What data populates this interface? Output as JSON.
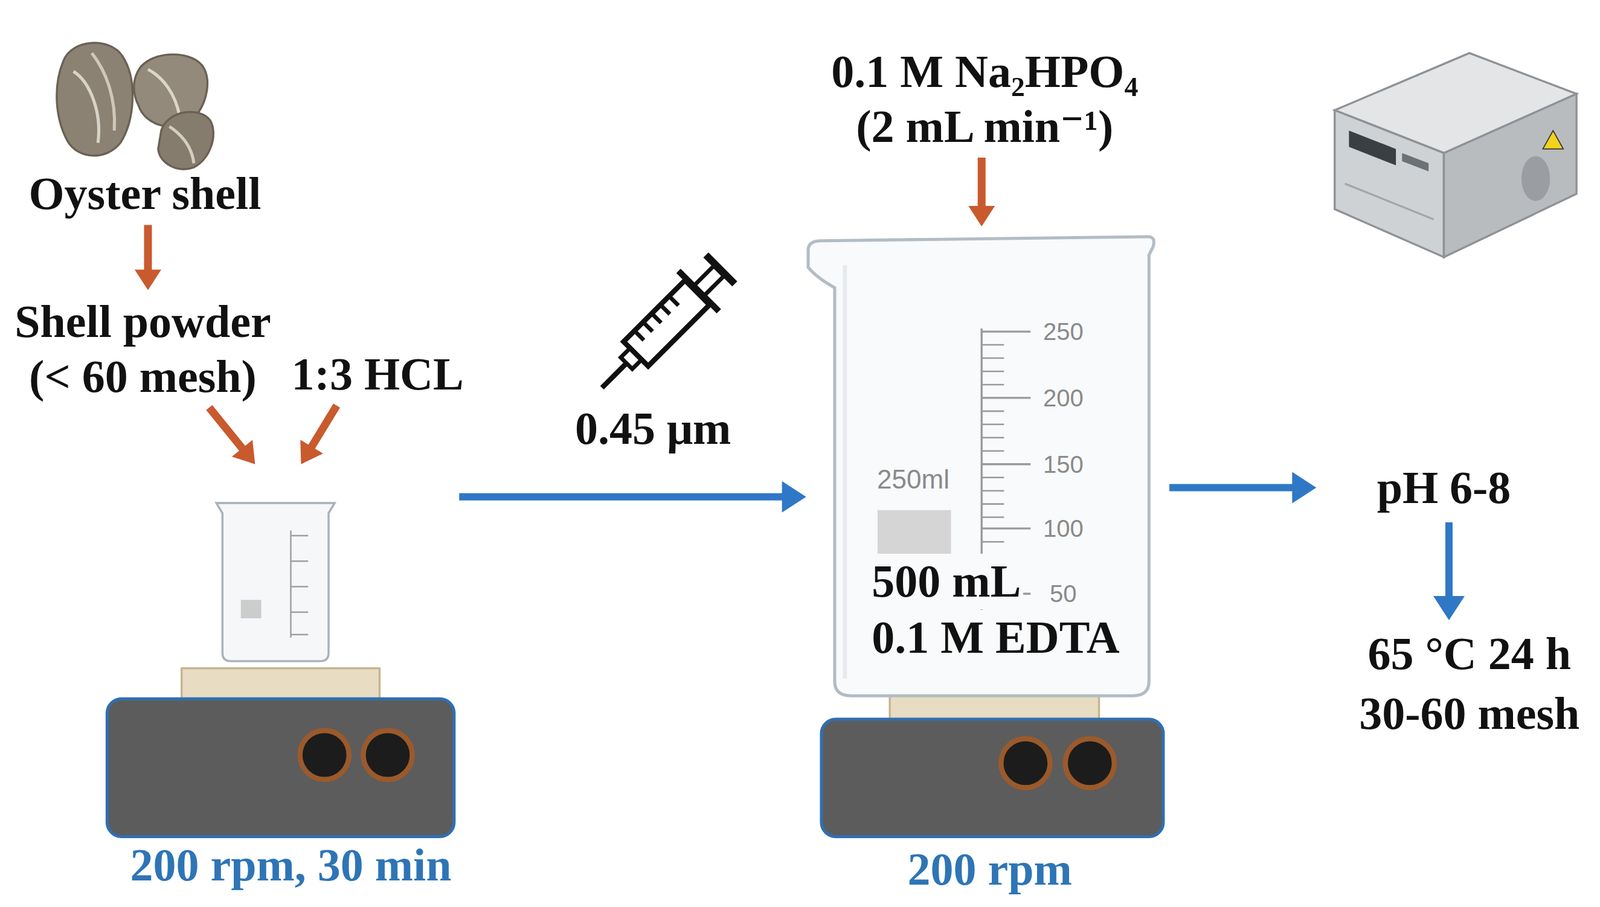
{
  "diagram": {
    "nodes": [
      {
        "text": [
          "Oyster shell"
        ]
      },
      {
        "text": [
          "Shell powder (< 60 mesh)"
        ]
      },
      {
        "text": [
          "1:3 HCL"
        ]
      },
      {
        "text": [
          "200 rpm, 30 min"
        ]
      },
      {
        "text": [
          "0.1 M Na₂HPO₄",
          "(2 mL min⁻¹)"
        ]
      },
      {
        "text": [
          "500 mL",
          "0.1 M EDTA",
          "200 rpm"
        ]
      },
      {
        "text": [
          "pH 6-8"
        ]
      },
      {
        "text": [
          "65 °C 24 h 30-60 mesh"
        ]
      }
    ],
    "edges": [
      {
        "from": 0,
        "to": 1,
        "arrow": "to"
      },
      {
        "from": 1,
        "to": 3,
        "arrow": "to"
      },
      {
        "from": 2,
        "to": 3,
        "arrow": "to"
      },
      {
        "from": 3,
        "to": 5,
        "label": "0.45 μm",
        "arrow": "to"
      },
      {
        "from": 4,
        "to": 5,
        "arrow": "to"
      },
      {
        "from": 5,
        "to": 6,
        "arrow": "to"
      },
      {
        "from": 6,
        "to": 7,
        "arrow": "to"
      }
    ],
    "labels": [
      "250",
      "200",
      "150",
      "100",
      "50",
      "250ml"
    ]
  }
}
